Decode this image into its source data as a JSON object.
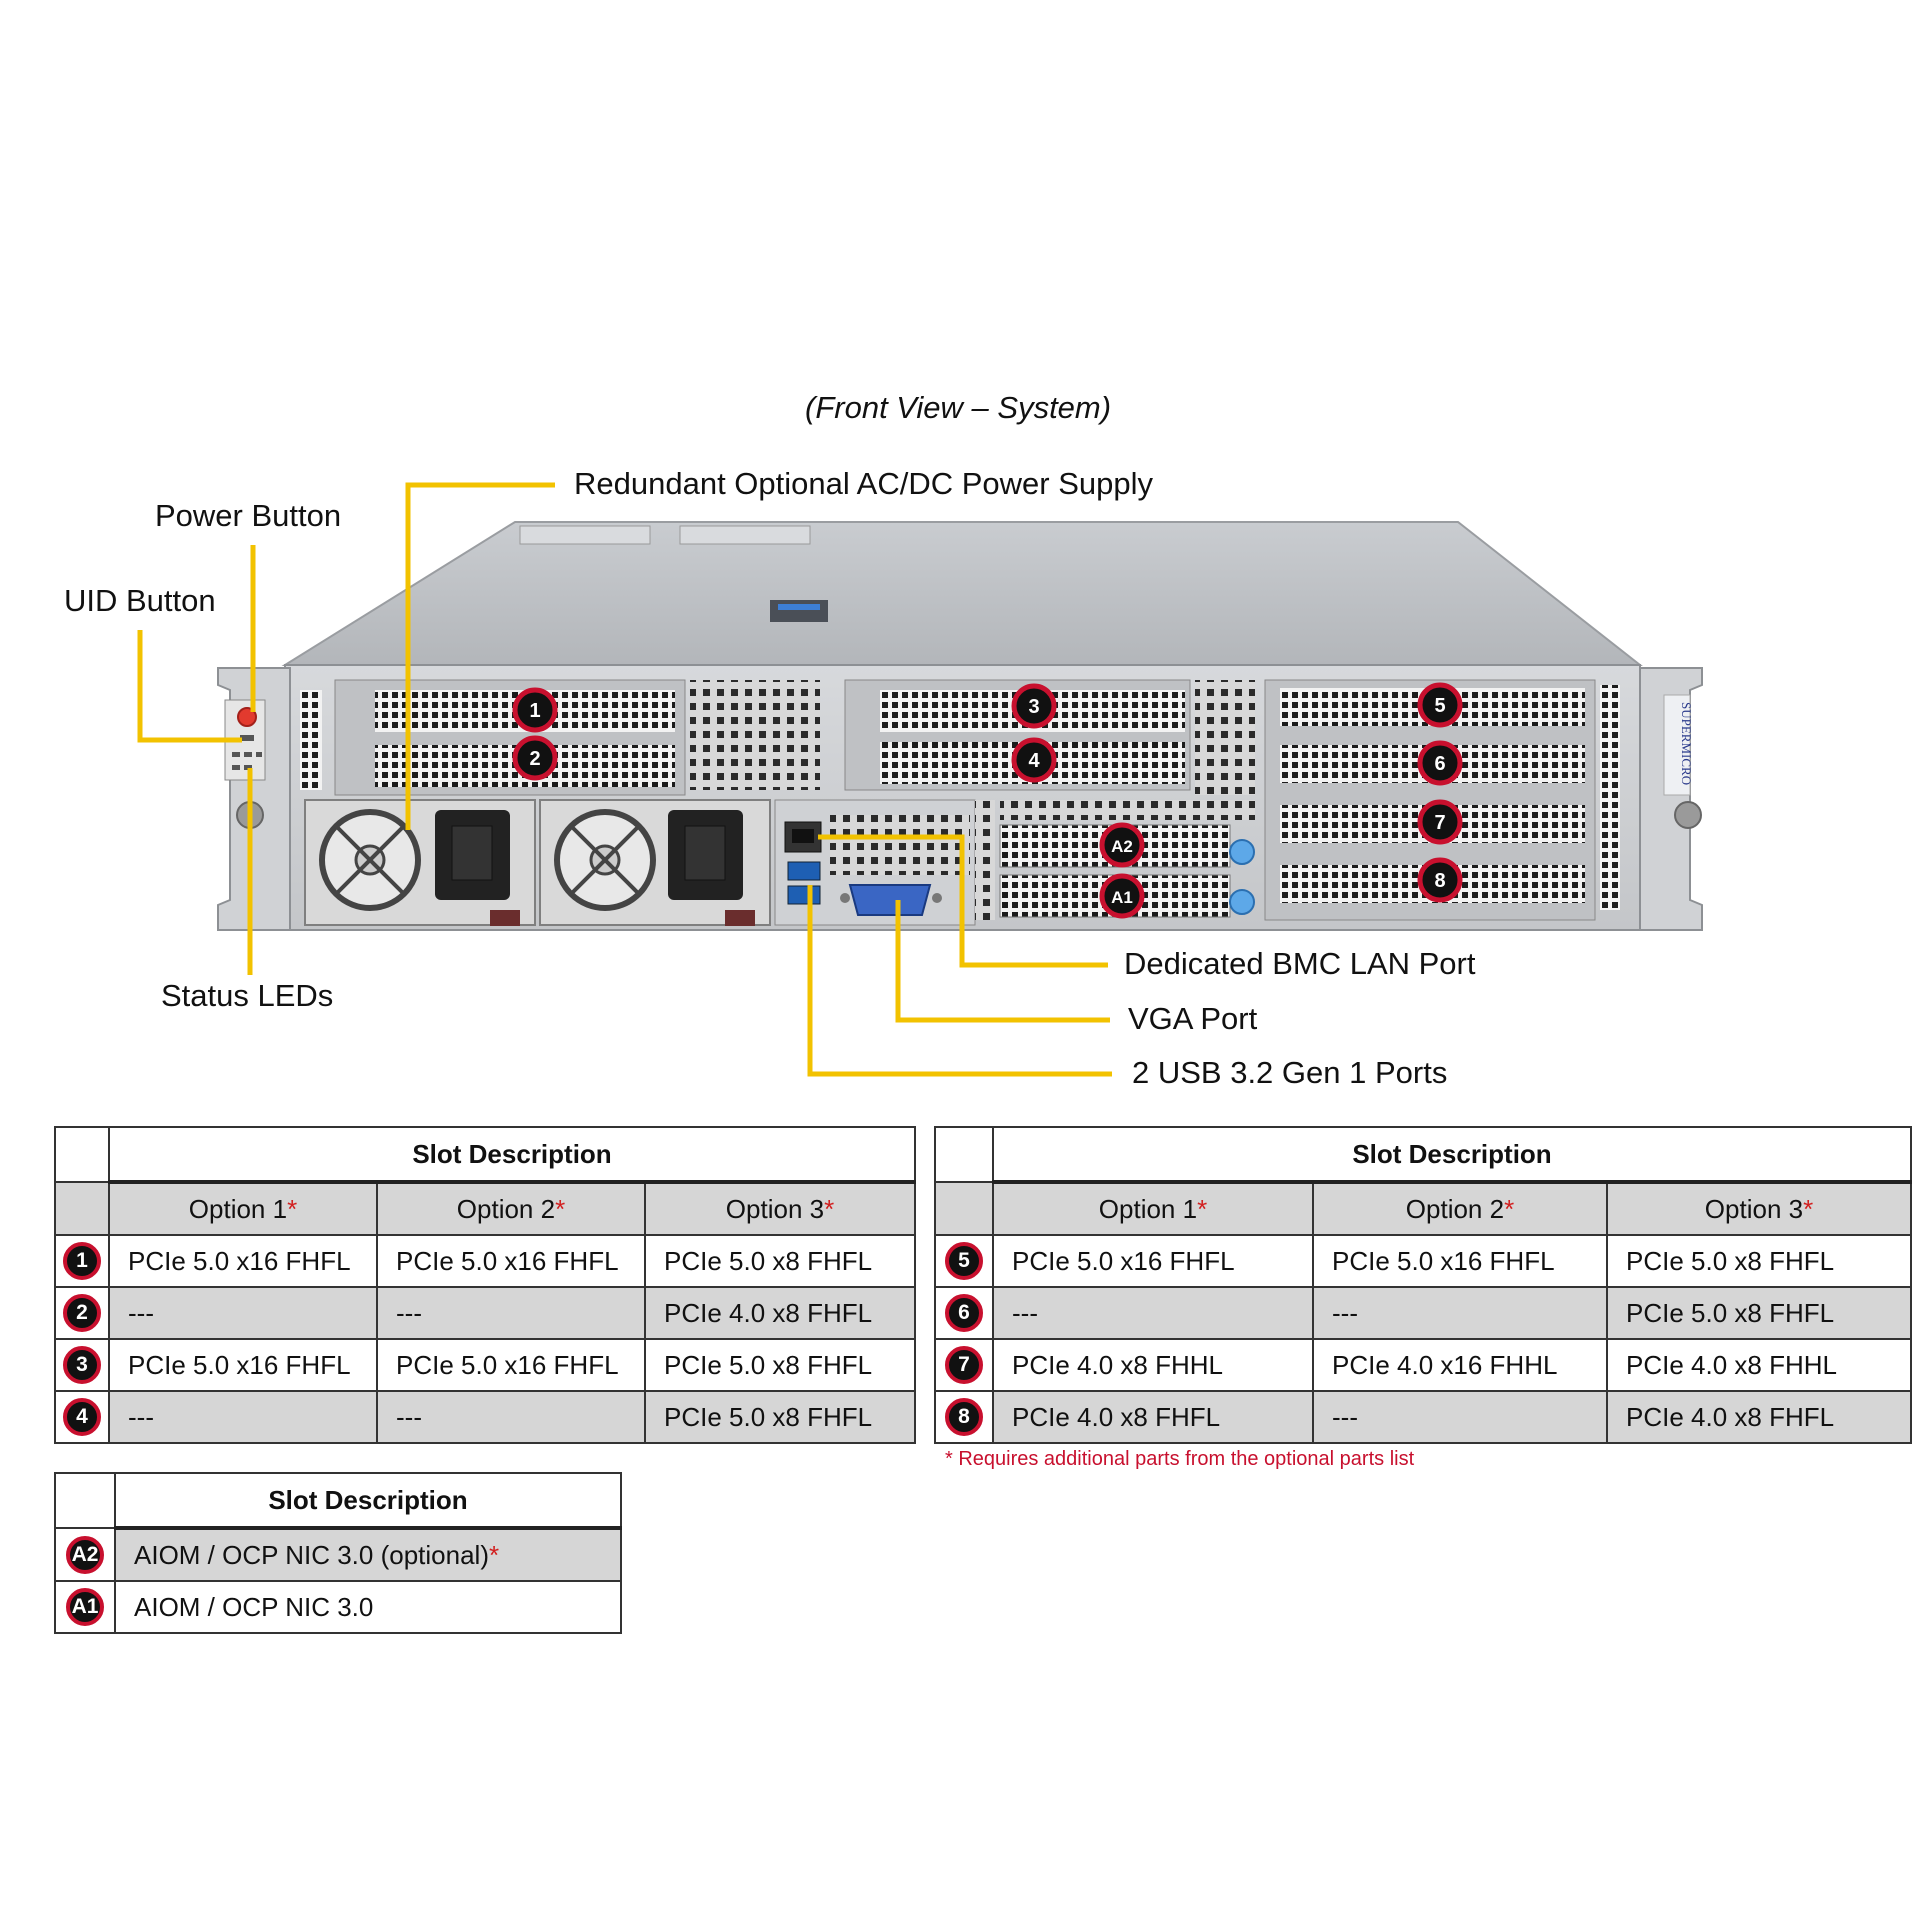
{
  "caption": "(Front View – System)",
  "callouts": {
    "power_supply": "Redundant Optional AC/DC Power Supply",
    "power_button": "Power Button",
    "uid_button": "UID Button",
    "status_leds": "Status LEDs",
    "bmc_lan": "Dedicated BMC LAN Port",
    "vga": "VGA Port",
    "usb": "2 USB 3.2 Gen 1 Ports"
  },
  "chassis_badges": [
    "1",
    "2",
    "3",
    "4",
    "5",
    "6",
    "7",
    "8",
    "A2",
    "A1"
  ],
  "chassis_brand": "SUPERMICRO",
  "colors": {
    "leader": "#f2c200",
    "badge_ring": "#c8102e",
    "badge_fill": "#111111",
    "note": "#c8102e",
    "shade": "#d6d6d6"
  },
  "table_left": {
    "title": "Slot Description",
    "headers": [
      "Option 1",
      "Option 2",
      "Option 3"
    ],
    "star": "*",
    "rows": [
      {
        "slot": "1",
        "cells": [
          "PCIe 5.0 x16 FHFL",
          "PCIe 5.0 x16 FHFL",
          "PCIe 5.0 x8 FHFL"
        ]
      },
      {
        "slot": "2",
        "cells": [
          "---",
          "---",
          "PCIe 4.0 x8 FHFL"
        ]
      },
      {
        "slot": "3",
        "cells": [
          "PCIe 5.0 x16 FHFL",
          "PCIe 5.0 x16 FHFL",
          "PCIe 5.0 x8 FHFL"
        ]
      },
      {
        "slot": "4",
        "cells": [
          "---",
          "---",
          "PCIe 5.0 x8 FHFL"
        ]
      }
    ]
  },
  "table_right": {
    "title": "Slot Description",
    "headers": [
      "Option 1",
      "Option 2",
      "Option 3"
    ],
    "star": "*",
    "rows": [
      {
        "slot": "5",
        "cells": [
          "PCIe 5.0 x16 FHFL",
          "PCIe 5.0 x16 FHFL",
          "PCIe 5.0 x8 FHFL"
        ]
      },
      {
        "slot": "6",
        "cells": [
          "---",
          "---",
          "PCIe 5.0 x8 FHFL"
        ]
      },
      {
        "slot": "7",
        "cells": [
          "PCIe 4.0 x8 FHHL",
          "PCIe 4.0 x16 FHHL",
          "PCIe 4.0 x8 FHHL"
        ]
      },
      {
        "slot": "8",
        "cells": [
          "PCIe 4.0 x8 FHFL",
          "---",
          "PCIe 4.0 x8 FHFL"
        ]
      }
    ]
  },
  "footnote": "* Requires additional parts from the optional parts list",
  "table_aiom": {
    "title": "Slot Description",
    "rows": [
      {
        "slot": "A2",
        "text": "AIOM / OCP NIC 3.0 (optional)",
        "star": "*"
      },
      {
        "slot": "A1",
        "text": "AIOM / OCP NIC 3.0",
        "star": ""
      }
    ]
  }
}
